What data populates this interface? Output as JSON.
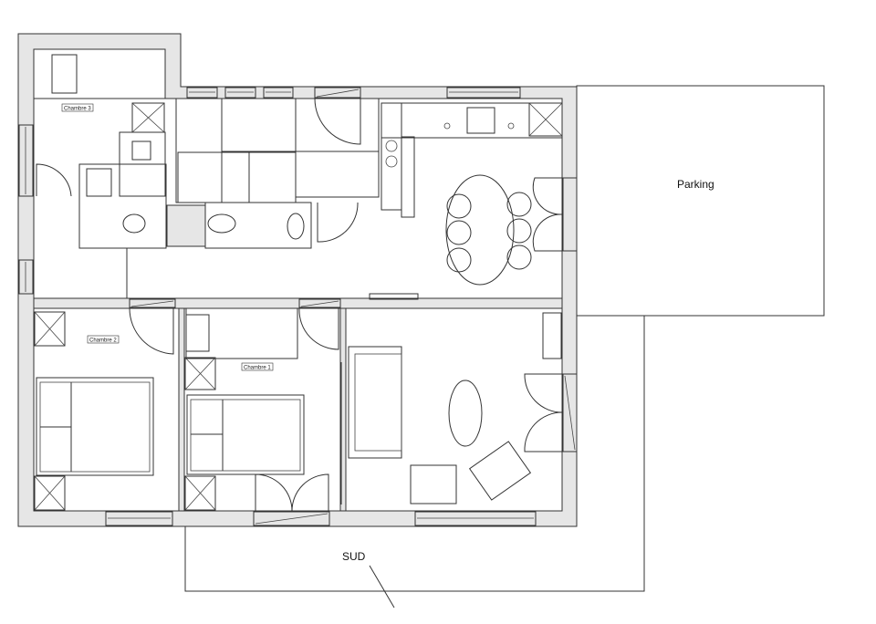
{
  "plan": {
    "rooms": {
      "chambre3": "Chambre 3",
      "chambre2": "Chambre 2",
      "chambre1": "Chambre 1"
    },
    "parking": "Parking",
    "orientation": "SUD"
  },
  "colors": {
    "wall_fill": "#e6e6e6",
    "line": "#333333"
  }
}
